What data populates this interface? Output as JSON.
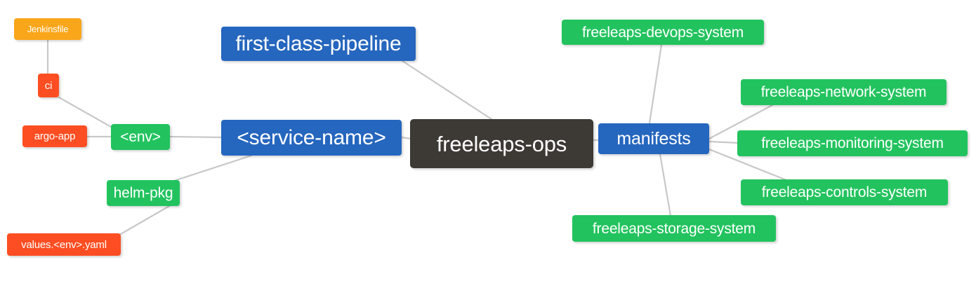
{
  "diagram": {
    "title": "freeleaps-ops repository structure mind map",
    "type": "mind-map",
    "background": "#ffffff",
    "edge_color": "#c8c8c8"
  },
  "palette": {
    "root": "#3d3935",
    "blue": "#2566be",
    "green": "#22c35e",
    "red": "#fc4e22",
    "orange": "#faa61a",
    "text": "#ffffff"
  },
  "nodes": [
    {
      "id": "jenkinsfile",
      "label": "Jenkinsfile",
      "color": "orange"
    },
    {
      "id": "ci",
      "label": "ci",
      "color": "red"
    },
    {
      "id": "argo-app",
      "label": "argo-app",
      "color": "red"
    },
    {
      "id": "env",
      "label": "<env>",
      "color": "green"
    },
    {
      "id": "helm-pkg",
      "label": "helm-pkg",
      "color": "green"
    },
    {
      "id": "values-yaml",
      "label": "values.<env>.yaml",
      "color": "red"
    },
    {
      "id": "first-class",
      "label": "first-class-pipeline",
      "color": "blue"
    },
    {
      "id": "service-name",
      "label": "<service-name>",
      "color": "blue"
    },
    {
      "id": "root",
      "label": "freeleaps-ops",
      "color": "root"
    },
    {
      "id": "manifests",
      "label": "manifests",
      "color": "blue"
    },
    {
      "id": "devops-system",
      "label": "freeleaps-devops-system",
      "color": "green"
    },
    {
      "id": "network-system",
      "label": "freeleaps-network-system",
      "color": "green"
    },
    {
      "id": "monitoring-system",
      "label": "freeleaps-monitoring-system",
      "color": "green"
    },
    {
      "id": "controls-system",
      "label": "freeleaps-controls-system",
      "color": "green"
    },
    {
      "id": "storage-system",
      "label": "freeleaps-storage-system",
      "color": "green"
    }
  ],
  "edges": [
    {
      "from": "jenkinsfile",
      "to": "ci"
    },
    {
      "from": "ci",
      "to": "env"
    },
    {
      "from": "argo-app",
      "to": "env"
    },
    {
      "from": "env",
      "to": "service-name"
    },
    {
      "from": "helm-pkg",
      "to": "service-name"
    },
    {
      "from": "values-yaml",
      "to": "helm-pkg"
    },
    {
      "from": "first-class",
      "to": "root"
    },
    {
      "from": "service-name",
      "to": "root"
    },
    {
      "from": "root",
      "to": "manifests"
    },
    {
      "from": "manifests",
      "to": "devops-system"
    },
    {
      "from": "manifests",
      "to": "network-system"
    },
    {
      "from": "manifests",
      "to": "monitoring-system"
    },
    {
      "from": "manifests",
      "to": "controls-system"
    },
    {
      "from": "manifests",
      "to": "storage-system"
    }
  ]
}
